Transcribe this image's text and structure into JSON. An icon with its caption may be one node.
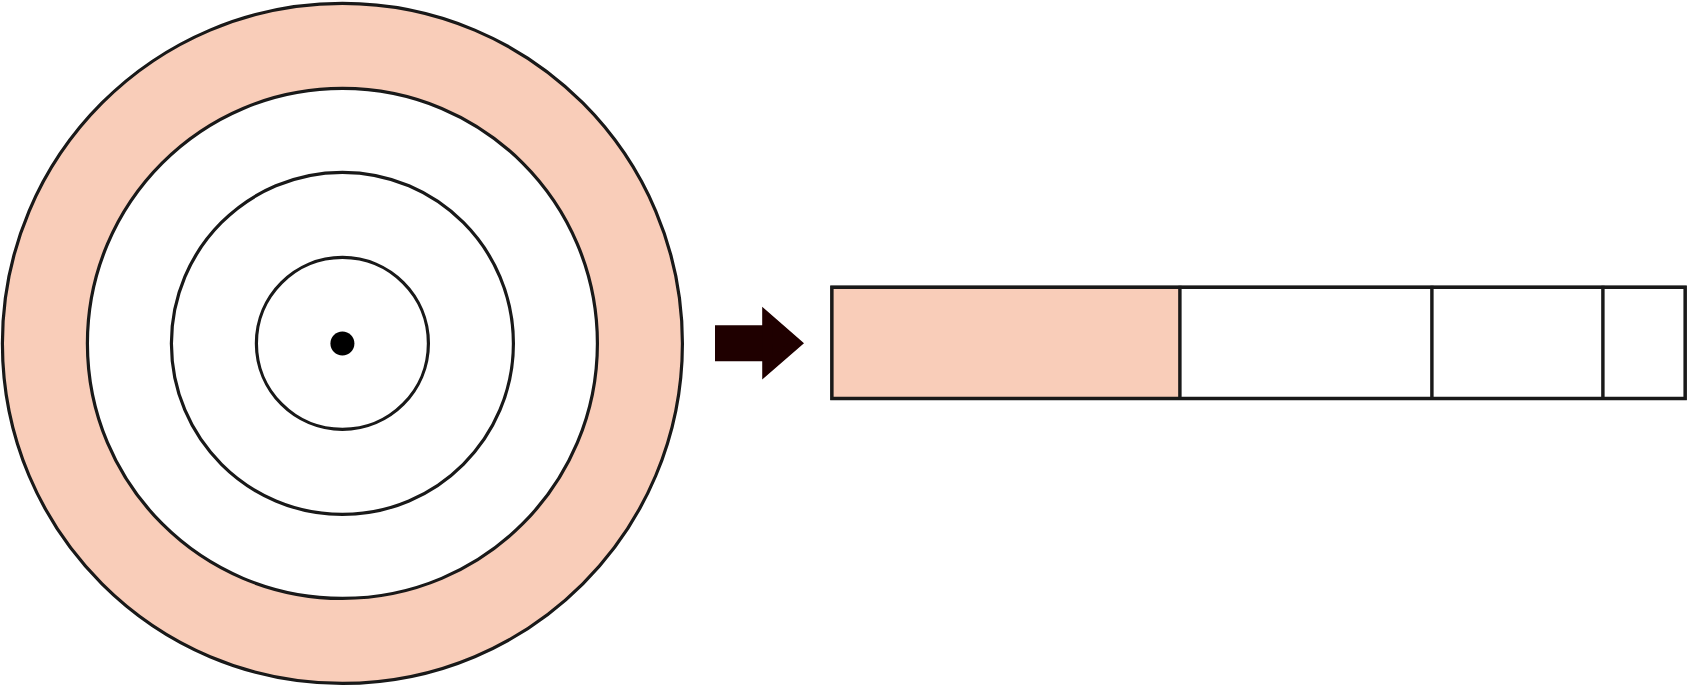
{
  "diagram": {
    "nodes": [
      {
        "text": [],
        "shape": "circle"
      },
      {
        "text": [],
        "shape": "circle",
        "in": 0
      },
      {
        "text": [],
        "shape": "circle",
        "in": 1
      },
      {
        "text": [],
        "shape": "circle",
        "in": 2
      },
      {
        "text": [],
        "shape": "circle",
        "in": 3
      },
      {
        "text": [],
        "shape": "box"
      },
      {
        "text": [],
        "shape": "box",
        "in": 5
      },
      {
        "text": [],
        "shape": "box",
        "in": 5
      },
      {
        "text": [],
        "shape": "box",
        "in": 5
      },
      {
        "text": [],
        "shape": "box",
        "in": 5
      }
    ],
    "edges": [
      {
        "from": 0,
        "to": 5,
        "arrow": "to"
      }
    ]
  }
}
